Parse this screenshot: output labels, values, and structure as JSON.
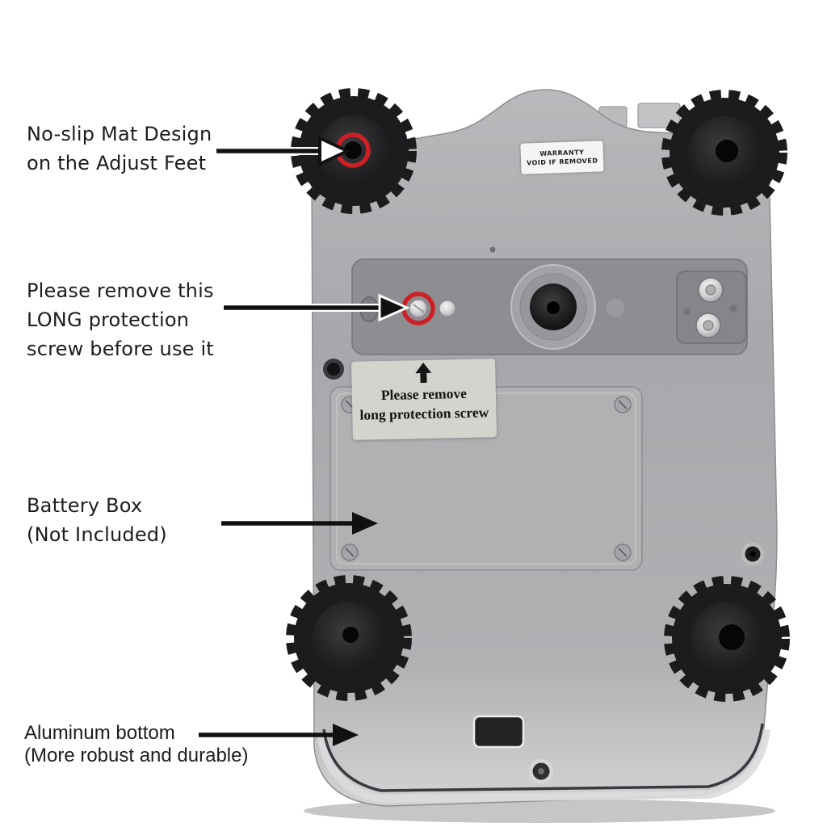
{
  "annotations": {
    "no_slip_mat": {
      "lines": [
        "No-slip Mat Design",
        "on the Adjust Feet"
      ]
    },
    "protection_screw": {
      "lines": [
        "Please remove this",
        "LONG protection",
        "screw before use it"
      ]
    },
    "battery_box": {
      "lines": [
        "Battery Box",
        "(Not Included)"
      ]
    },
    "aluminum_bottom": {
      "lines": [
        "Aluminum bottom",
        "(More robust and durable)"
      ]
    }
  },
  "device_labels": {
    "warranty_sticker": {
      "lines": [
        "WARRANTY",
        "VOID IF REMOVED"
      ]
    },
    "instruction_label": {
      "lines": [
        "Please remove",
        "long protection screw"
      ],
      "icon": "up-arrow-icon"
    }
  },
  "colors": {
    "highlight_red": "#cd2026",
    "body_gray": "#a9a9ad",
    "foot_black": "#1b1b1d",
    "annotation_text": "#1c1c1e",
    "background": "#ffffff"
  }
}
